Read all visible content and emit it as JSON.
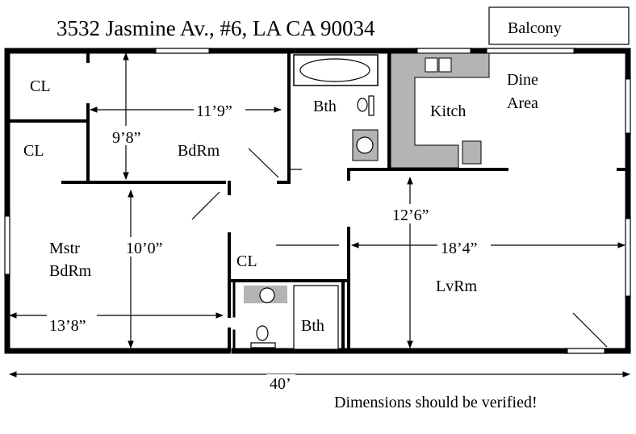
{
  "title": "3532 Jasmine Av., #6, LA CA 90034",
  "balcony": "Balcony",
  "rooms": {
    "closet_top": "CL",
    "closet_mid": "CL",
    "bedroom": "BdRm",
    "bath_top": "Bth",
    "kitchen": "Kitch",
    "dine_line1": "Dine",
    "dine_line2": "Area",
    "master_line1": "Mstr",
    "master_line2": "BdRm",
    "closet_center": "CL",
    "bath_bottom": "Bth",
    "living": "LvRm"
  },
  "dimensions": {
    "bedroom_width": "11’9”",
    "bedroom_depth": "9’8”",
    "master_depth": "10’0”",
    "master_width": "13’8”",
    "living_depth": "12’6”",
    "living_width": "18’4”",
    "overall_width": "40’"
  },
  "note": "Dimensions should be verified!"
}
